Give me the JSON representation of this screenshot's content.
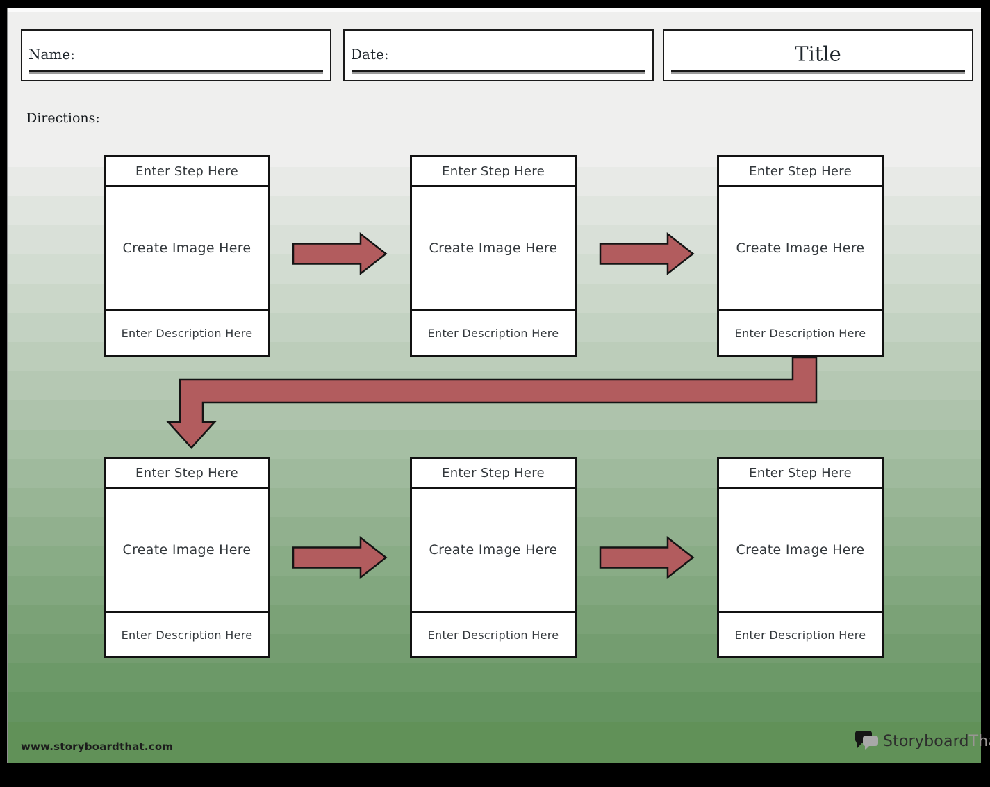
{
  "header": {
    "name_label": "Name:",
    "date_label": "Date:",
    "title_label": "Title",
    "directions_label": "Directions:"
  },
  "steps": [
    {
      "step_label": "Enter Step Here",
      "image_label": "Create Image Here",
      "description_label": "Enter Description Here"
    },
    {
      "step_label": "Enter Step Here",
      "image_label": "Create Image Here",
      "description_label": "Enter Description Here"
    },
    {
      "step_label": "Enter Step Here",
      "image_label": "Create Image Here",
      "description_label": "Enter Description Here"
    },
    {
      "step_label": "Enter Step Here",
      "image_label": "Create Image Here",
      "description_label": "Enter Description Here"
    },
    {
      "step_label": "Enter Step Here",
      "image_label": "Create Image Here",
      "description_label": "Enter Description Here"
    },
    {
      "step_label": "Enter Step Here",
      "image_label": "Create Image Here",
      "description_label": "Enter Description Here"
    }
  ],
  "footer": {
    "url": "www.storyboardthat.com",
    "logo_part_dark": "Storyboard",
    "logo_part_gray": "That"
  },
  "colors": {
    "arrow_fill": "#b25c5e",
    "arrow_outline": "#141414",
    "background_top": "#efefee",
    "background_bottom": "#619158",
    "logo_gray": "#999594"
  }
}
